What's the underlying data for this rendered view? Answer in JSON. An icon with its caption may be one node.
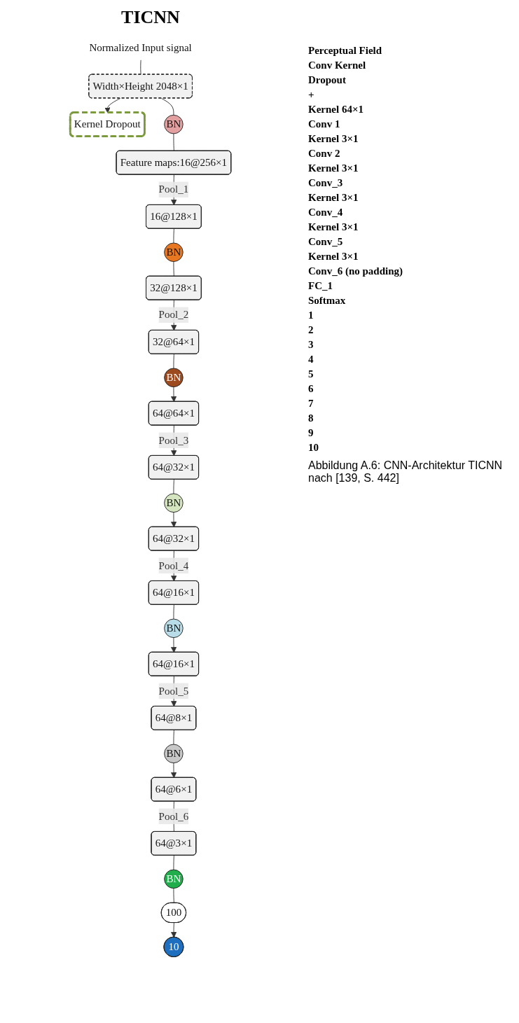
{
  "diagram": {
    "title": "TICNN",
    "caption": "Abbildung A.6: CNN-Architektur TICNN nach [139, S. 442]",
    "nodes": [
      {
        "text": [
          "Kernel Dropout"
        ]
      },
      {
        "text": [
          "Normalized Input signal"
        ]
      },
      {
        "text": [
          "Width×Height 2048×1"
        ]
      },
      {
        "text": [
          "BN"
        ]
      },
      {
        "text": [
          "Feature maps:16@256×1"
        ]
      },
      {
        "text": [
          "16@128×1"
        ]
      },
      {
        "text": [
          "BN"
        ]
      },
      {
        "text": [
          "32@128×1"
        ]
      },
      {
        "text": [
          "32@64×1"
        ]
      },
      {
        "text": [
          "BN"
        ]
      },
      {
        "text": [
          "64@64×1"
        ]
      },
      {
        "text": [
          "64@32×1"
        ]
      },
      {
        "text": [
          "BN"
        ]
      },
      {
        "text": [
          "64@32×1"
        ]
      },
      {
        "text": [
          "64@16×1"
        ]
      },
      {
        "text": [
          "BN"
        ]
      },
      {
        "text": [
          "64@16×1"
        ]
      },
      {
        "text": [
          "64@8×1"
        ]
      },
      {
        "text": [
          "BN"
        ]
      },
      {
        "text": [
          "64@6×1"
        ]
      },
      {
        "text": [
          "64@3×1"
        ]
      },
      {
        "text": [
          "BN"
        ]
      },
      {
        "text": [
          "100"
        ]
      },
      {
        "text": [
          "10"
        ]
      }
    ],
    "edges": [
      {
        "from": 1,
        "to": 2,
        "arrow": "none"
      },
      {
        "from": 2,
        "to": 0,
        "arrow": "to"
      },
      {
        "from": 2,
        "to": 3,
        "arrow": "none"
      },
      {
        "from": 3,
        "to": 4,
        "arrow": "none"
      },
      {
        "from": 4,
        "to": 5,
        "label": "Pool_1",
        "arrow": "to"
      },
      {
        "from": 5,
        "to": 6,
        "arrow": "none"
      },
      {
        "from": 6,
        "to": 7,
        "arrow": "none"
      },
      {
        "from": 7,
        "to": 8,
        "label": "Pool_2",
        "arrow": "to"
      },
      {
        "from": 8,
        "to": 9,
        "arrow": "none"
      },
      {
        "from": 9,
        "to": 10,
        "arrow": "to"
      },
      {
        "from": 10,
        "to": 11,
        "label": "Pool_3",
        "arrow": "to"
      },
      {
        "from": 11,
        "to": 12,
        "arrow": "none"
      },
      {
        "from": 12,
        "to": 13,
        "arrow": "to"
      },
      {
        "from": 13,
        "to": 14,
        "label": "Pool_4",
        "arrow": "to"
      },
      {
        "from": 14,
        "to": 15,
        "arrow": "none"
      },
      {
        "from": 15,
        "to": 16,
        "arrow": "to"
      },
      {
        "from": 16,
        "to": 17,
        "label": "Pool_5",
        "arrow": "to"
      },
      {
        "from": 17,
        "to": 18,
        "arrow": "none"
      },
      {
        "from": 18,
        "to": 19,
        "arrow": "to"
      },
      {
        "from": 19,
        "to": 20,
        "label": "Pool_6",
        "arrow": "none"
      },
      {
        "from": 20,
        "to": 21,
        "arrow": "none"
      },
      {
        "from": 21,
        "to": 22,
        "arrow": "none"
      },
      {
        "from": 22,
        "to": 23,
        "arrow": "to"
      }
    ],
    "labels": [
      "Perceptual Field",
      "Conv Kernel",
      "Dropout",
      "+",
      "Kernel 64×1",
      "Conv 1",
      "Kernel 3×1",
      "Conv 2",
      "Kernel 3×1",
      "Conv_3",
      "Kernel 3×1",
      "Conv_4",
      "Kernel 3×1",
      "Conv_5",
      "Kernel 3×1",
      "Conv_6 (no padding)",
      "FC_1",
      "Softmax",
      "1",
      "2",
      "3",
      "4",
      "5",
      "6",
      "7",
      "8",
      "9",
      "10"
    ]
  }
}
